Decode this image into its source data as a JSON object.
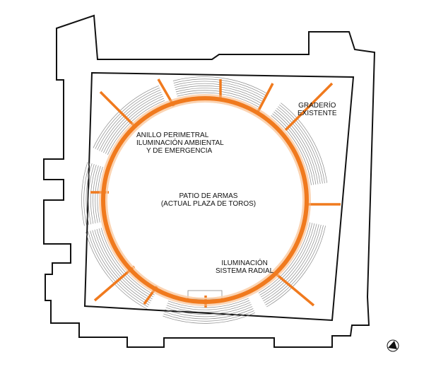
{
  "colors": {
    "wall": "#111111",
    "light_ring": "#f07a1e",
    "stands": "#8a8a8a",
    "radial": "#f07a1e"
  },
  "labels": {
    "perimeter_ring": [
      "ANILLO PERIMETRAL",
      "ILUMINACIÓN AMBIENTAL",
      "Y DE EMERGENCIA"
    ],
    "existing_stands": [
      "GRADERÍO",
      "EXISTENTE"
    ],
    "courtyard": [
      "PATIO DE ARMAS",
      "(ACTUAL PLAZA DE TOROS)"
    ],
    "radial_system": [
      "ILUMINACIÓN",
      "SISTEMA RADIAL"
    ]
  },
  "icons": {
    "north": "north-arrow-icon"
  }
}
